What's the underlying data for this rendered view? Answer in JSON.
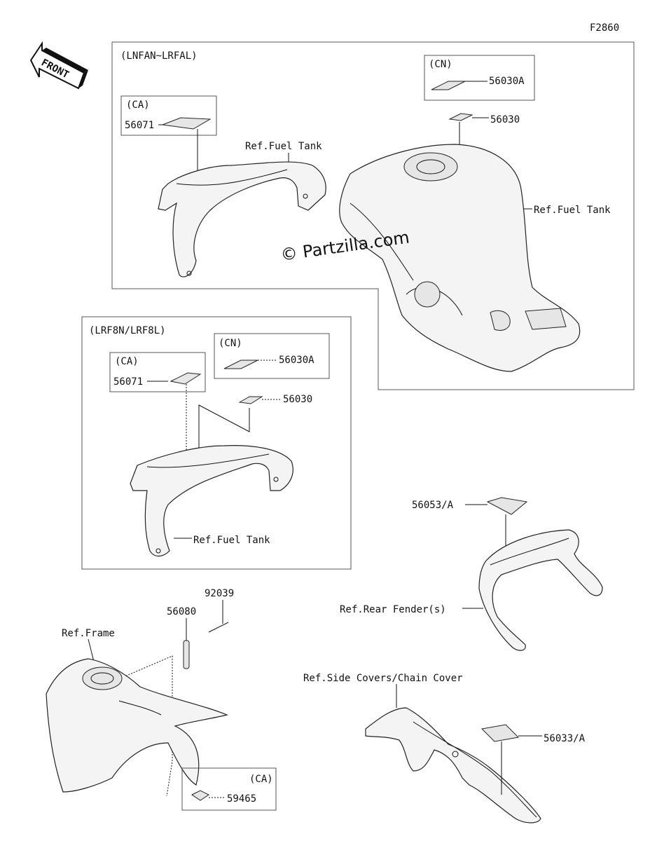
{
  "figure_code": "F2860",
  "front_label": "FRONT",
  "watermark": "© Partzilla.com",
  "section_top": {
    "title": "(LNFAN~LRFAL)",
    "ca_title": "(CA)",
    "cn_title": "(CN)",
    "p_56071": "56071",
    "p_56030A": "56030A",
    "p_56030": "56030",
    "ref_cover": "Ref.Fuel Tank",
    "ref_tank": "Ref.Fuel Tank"
  },
  "section_mid": {
    "title": "(LRF8N/LRF8L)",
    "ca_title": "(CA)",
    "cn_title": "(CN)",
    "p_56071": "56071",
    "p_56030A": "56030A",
    "p_56030": "56030",
    "ref_tank": "Ref.Fuel Tank"
  },
  "fender": {
    "part": "56053/A",
    "ref": "Ref.Rear Fender(s)"
  },
  "frame": {
    "p_92039": "92039",
    "p_56080": "56080",
    "ref": "Ref.Frame",
    "ca_title": "(CA)",
    "p_59465": "59465"
  },
  "chain": {
    "ref": "Ref.Side Covers/Chain Cover",
    "part": "56033/A"
  }
}
